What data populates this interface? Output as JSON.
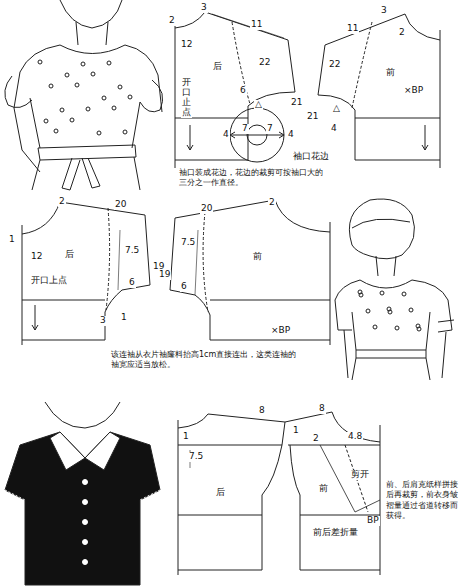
{
  "diagram": {
    "labels": [
      "2",
      "3",
      "11",
      "12",
      "22",
      "后",
      "开口止点",
      "6",
      "21",
      "△",
      "2",
      "3",
      "11",
      "22",
      "前",
      "21",
      "×BP",
      "4",
      "△",
      "4",
      "7",
      "7",
      "4",
      "袖口花边",
      "袖口装成花边，花边的裁剪可按袖口大的三分之一作直径。",
      "1",
      "2",
      "20",
      "12",
      "后",
      "开口上点",
      "7.5",
      "19",
      "6",
      "3",
      "1",
      "2",
      "20",
      "7.5",
      "前",
      "19",
      "6",
      "×BP",
      "该连袖从衣片袖窿料抬高1cm直接连出，这类连袖的袖宽应适当放松。",
      "8",
      "1",
      "7.5",
      "后",
      "1",
      "8",
      "2",
      "4.8",
      "前",
      "剪开",
      "BP",
      "前后差折量",
      "前、后肩克纸样拼接后再裁剪，前衣身皱褶量通过省道转移而获得。"
    ]
  }
}
